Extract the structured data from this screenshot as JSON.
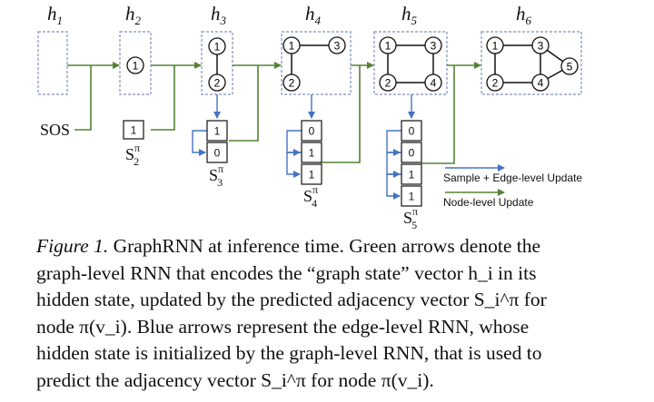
{
  "figure": {
    "hidden_states": [
      {
        "symbol": "h",
        "index": "1"
      },
      {
        "symbol": "h",
        "index": "2"
      },
      {
        "symbol": "h",
        "index": "3"
      },
      {
        "symbol": "h",
        "index": "4"
      },
      {
        "symbol": "h",
        "index": "5"
      },
      {
        "symbol": "h",
        "index": "6"
      }
    ],
    "sos_label": "SOS",
    "node_labels": [
      "1",
      "2",
      "3",
      "4",
      "5"
    ],
    "sequences": [
      {
        "name": "S",
        "sup": "π",
        "sub": "2",
        "values": [
          "1"
        ]
      },
      {
        "name": "S",
        "sup": "π",
        "sub": "3",
        "values": [
          "1",
          "0"
        ]
      },
      {
        "name": "S",
        "sup": "π",
        "sub": "4",
        "values": [
          "0",
          "1",
          "1"
        ]
      },
      {
        "name": "S",
        "sup": "π",
        "sub": "5",
        "values": [
          "0",
          "0",
          "1",
          "1"
        ]
      }
    ],
    "legend": [
      {
        "label": "Sample + Edge-level Update",
        "color": "#4472c4"
      },
      {
        "label": "Node-level Update",
        "color": "#548235"
      }
    ],
    "colors": {
      "graph_rnn": "#548235",
      "edge_rnn": "#4472c4",
      "box_border": "#7f8fbf"
    }
  },
  "caption": {
    "label": "Figure 1.",
    "lines": [
      " GraphRNN at inference time. Green arrows denote the",
      "graph-level RNN that encodes the “graph state” vector h_i in its",
      "hidden state, updated by the predicted adjacency vector S_i^π for",
      "node π(v_i).  Blue arrows represent the edge-level RNN, whose",
      "hidden state is initialized by the graph-level RNN, that is used to",
      "predict the adjacency vector S_i^π for node π(v_i)."
    ]
  }
}
